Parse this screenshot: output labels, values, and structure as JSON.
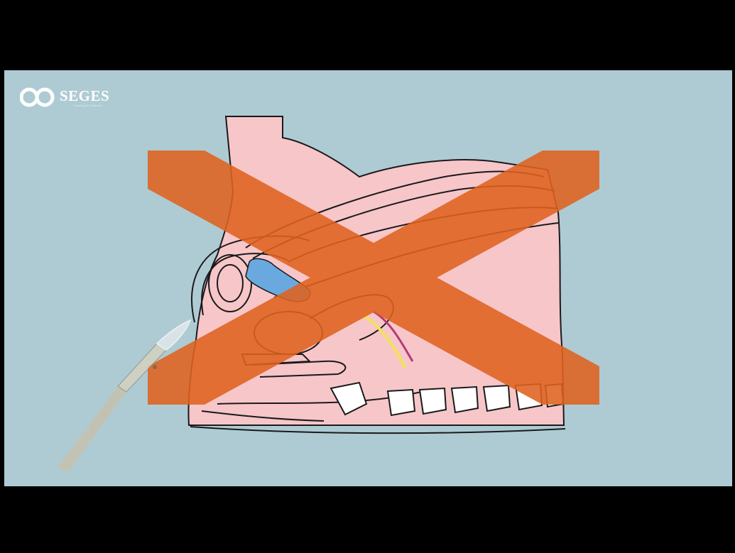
{
  "brand": {
    "name": "SEGES",
    "tagline": "Landbrug & Fødevarer",
    "text_color": "#ffffff"
  },
  "colors": {
    "background": "#aecbd4",
    "letterbox": "#000000",
    "tissue_pink": "#f7c6c9",
    "cross_orange": "#e0631f",
    "highlight_blue": "#6aa9e0",
    "nerve_yellow": "#f2e15a",
    "vessel_purple": "#b33a7a"
  },
  "illustration": {
    "subject": "anatomical cross-section",
    "overlay": "cross-out-mark",
    "tool": "scalpel-icon"
  }
}
